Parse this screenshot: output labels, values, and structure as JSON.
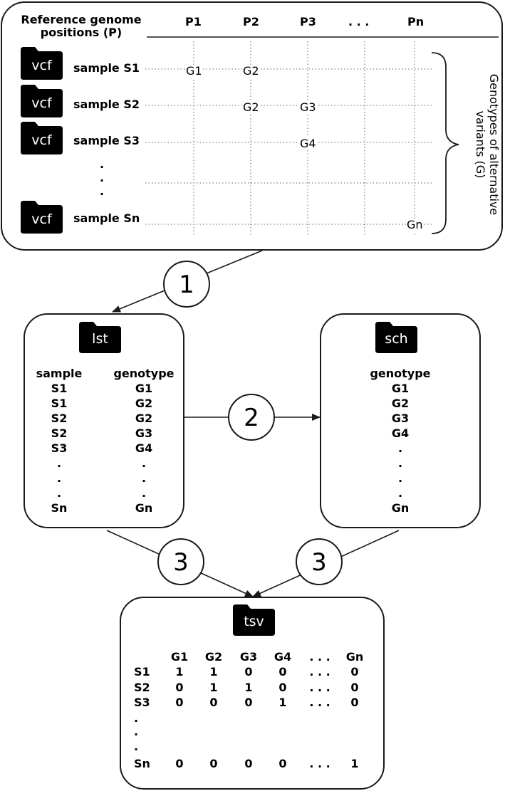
{
  "top": {
    "header_line1": "Reference genome",
    "header_line2": "positions (P)",
    "positions": [
      "P1",
      "P2",
      "P3",
      ". . .",
      "Pn"
    ],
    "rows": [
      {
        "file": "vcf",
        "sample": "sample S1"
      },
      {
        "file": "vcf",
        "sample": "sample S2"
      },
      {
        "file": "vcf",
        "sample": "sample S3"
      },
      {
        "file": "vcf",
        "sample": "sample Sn"
      }
    ],
    "vdots": [
      ".",
      ".",
      "."
    ],
    "genotypes": {
      "s1_p1": "G1",
      "s1_p2": "G2",
      "s2_p2": "G2",
      "s2_p3": "G3",
      "s3_p3": "G4",
      "sn_pn": "Gn"
    },
    "brace_label_line1": "Genotypes of alternative",
    "brace_label_line2": "variants (G)"
  },
  "steps": [
    "1",
    "2",
    "3",
    "3"
  ],
  "lst": {
    "file": "lst",
    "col1_header": "sample",
    "col2_header": "genotype",
    "rows": [
      [
        "S1",
        "G1"
      ],
      [
        "S1",
        "G2"
      ],
      [
        "S2",
        "G2"
      ],
      [
        "S2",
        "G3"
      ],
      [
        "S3",
        "G4"
      ],
      [
        ".",
        "."
      ],
      [
        ".",
        "."
      ],
      [
        ".",
        "."
      ],
      [
        "Sn",
        "Gn"
      ]
    ]
  },
  "sch": {
    "file": "sch",
    "header": "genotype",
    "rows": [
      "G1",
      "G2",
      "G3",
      "G4",
      ".",
      ".",
      ".",
      ".",
      "Gn"
    ]
  },
  "tsv": {
    "file": "tsv",
    "header": [
      "",
      "G1",
      "G2",
      "G3",
      "G4",
      ". . .",
      "Gn"
    ],
    "rows": [
      [
        "S1",
        "1",
        "1",
        "0",
        "0",
        ". . .",
        "0"
      ],
      [
        "S2",
        "0",
        "1",
        "1",
        "0",
        ". . .",
        "0"
      ],
      [
        "S3",
        "0",
        "0",
        "0",
        "1",
        ". . .",
        "0"
      ],
      [
        ".",
        "",
        "",
        "",
        "",
        "",
        ""
      ],
      [
        ".",
        "",
        "",
        "",
        "",
        "",
        ""
      ],
      [
        ".",
        "",
        "",
        "",
        "",
        "",
        ""
      ],
      [
        "Sn",
        "0",
        "0",
        "0",
        "0",
        ". . .",
        "1"
      ]
    ]
  }
}
